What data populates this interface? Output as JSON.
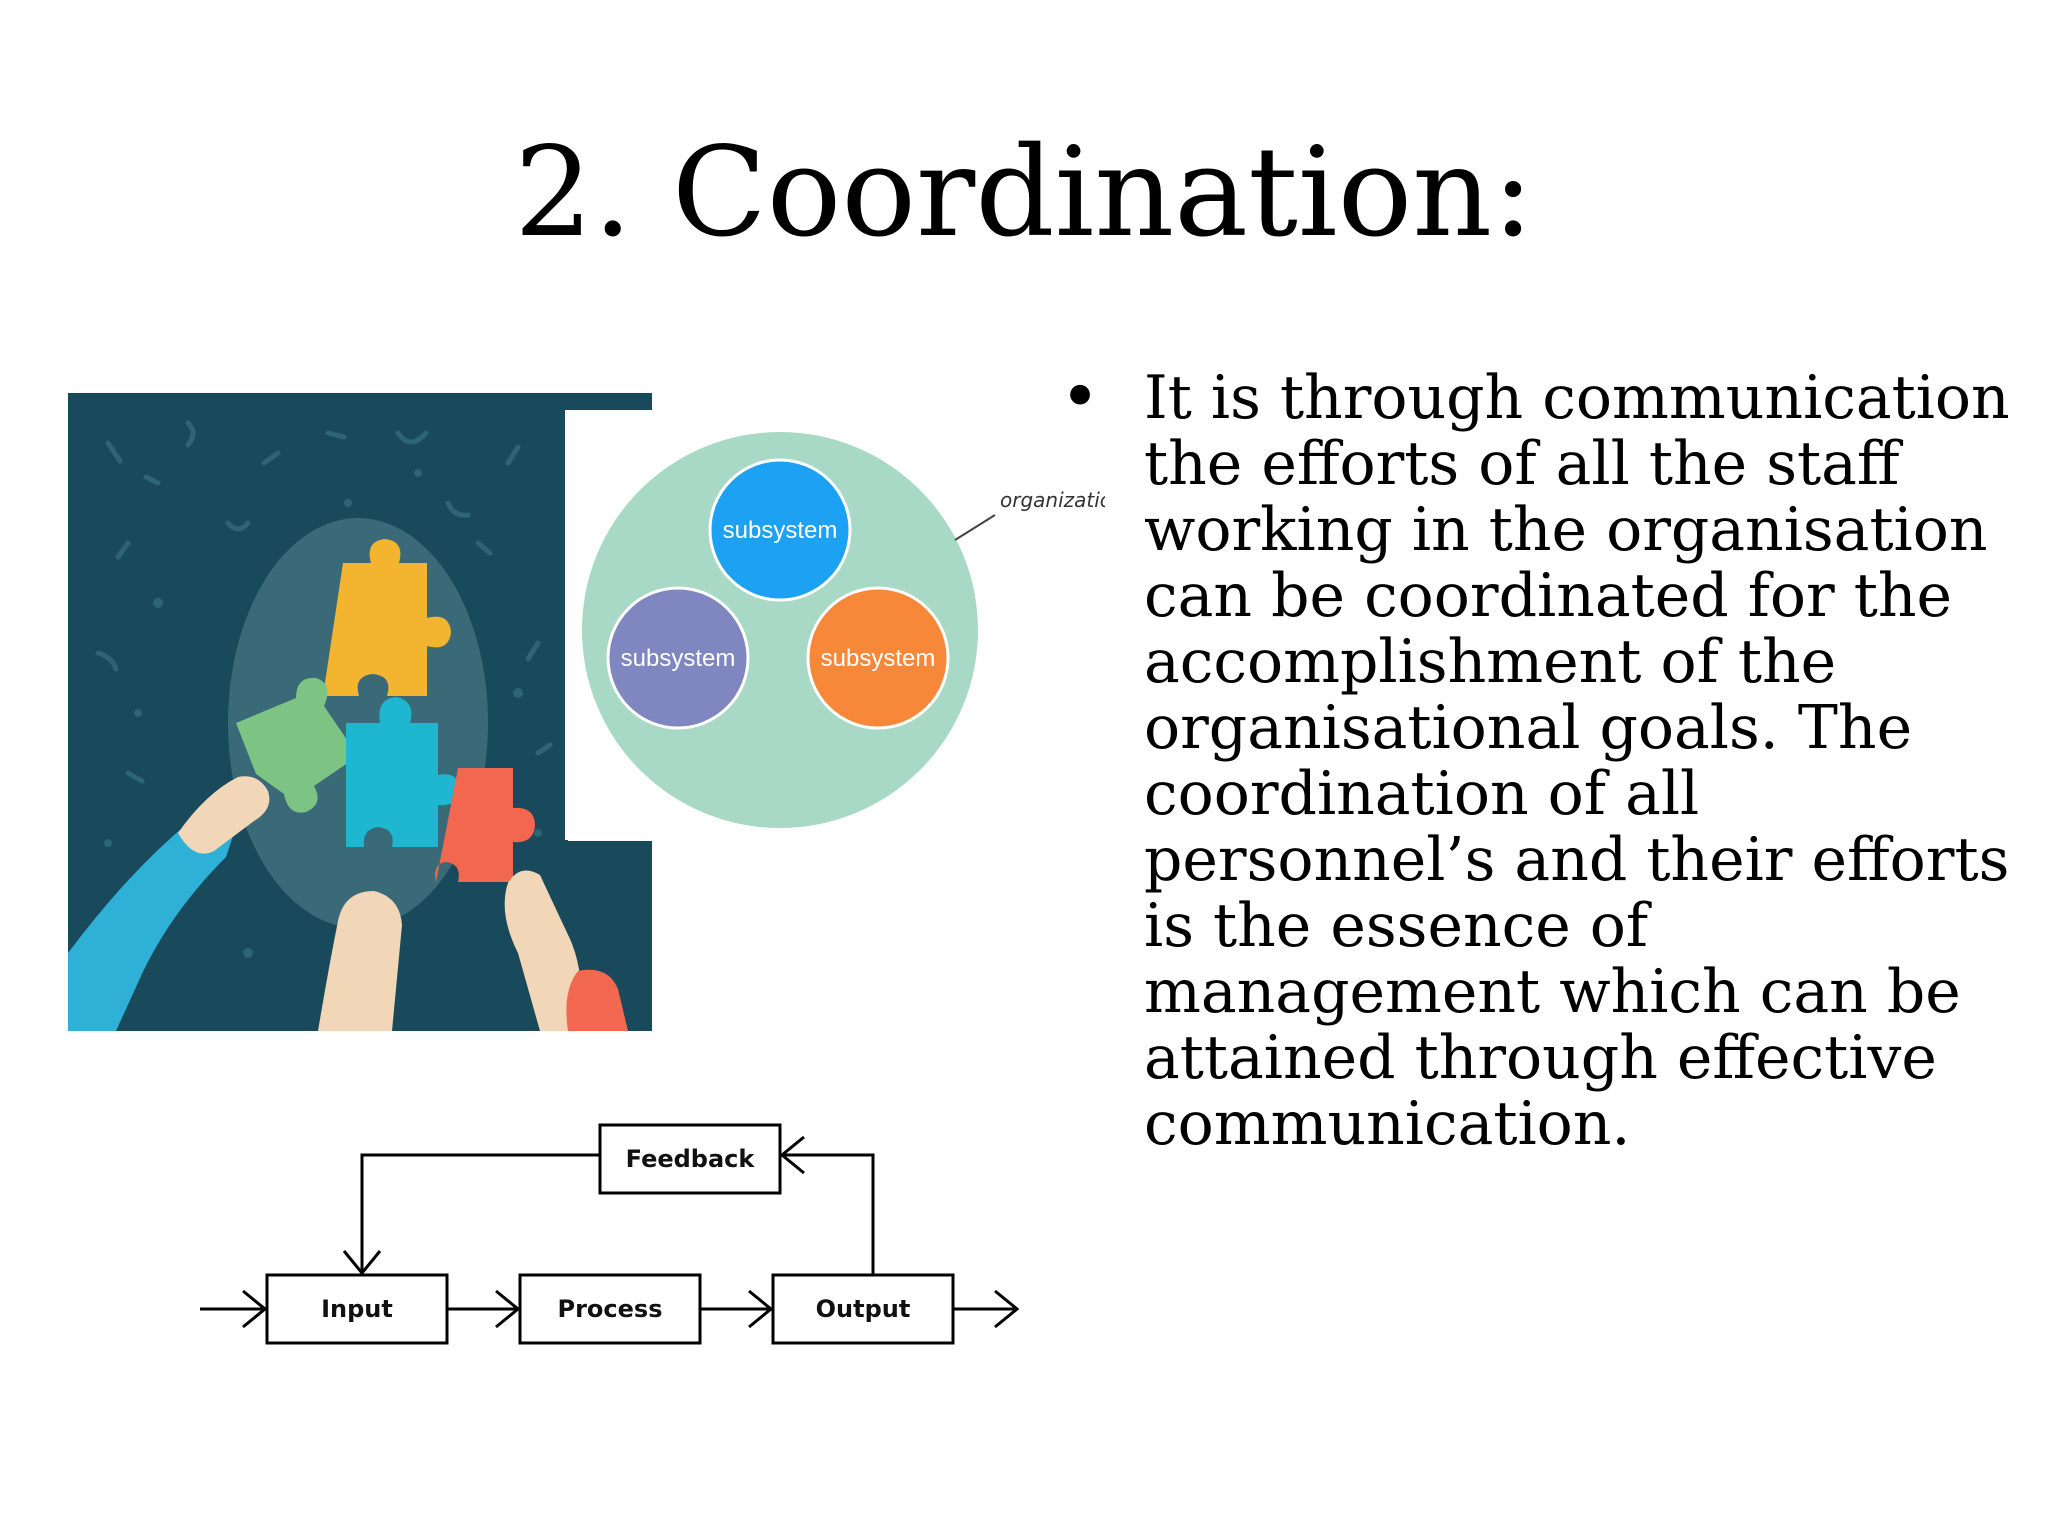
{
  "slide": {
    "title": "2. Coordination:",
    "bullet_text": "It is through communication the efforts of all the staff working in the organisation can be coordinated for the accomplishment of the organisational goals. The coordination of all personnel’s and their efforts is the essence of management which can be attained through effective communication.",
    "bullet_symbol": "•"
  },
  "org_diagram": {
    "outer_label": "organization",
    "subsystems": [
      "subsystem",
      "subsystem",
      "subsystem"
    ],
    "colors": {
      "outer": "#a8d8c6",
      "top": "#1da1f2",
      "left": "#7f86c0",
      "right": "#f7883a"
    }
  },
  "flow_diagram": {
    "feedback": "Feedback",
    "input": "Input",
    "process": "Process",
    "output": "Output"
  },
  "puzzle_image": {
    "colors": {
      "background": "#194a5c",
      "piece_yellow": "#f3b52f",
      "piece_green": "#7dc383",
      "piece_cyan": "#1fb6cf",
      "piece_red": "#f2674f"
    }
  }
}
